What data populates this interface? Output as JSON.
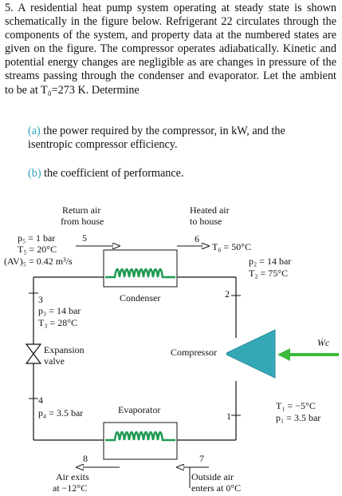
{
  "problem": {
    "number": "5.",
    "text": "A residential heat pump system operating at steady state is shown schematically in the figure below. Refrigerant 22 circulates through the components of the system, and property data at the numbered states are given on the figure. The compressor operates adiabatically. Kinetic and potential energy changes are negligible as are changes in pressure of the streams passing through the condenser and evaporator. Let the ambient to be at T₀=273 K. Determine",
    "parts": [
      {
        "tag": "(a)",
        "text": "the power required by the compressor, in kW, and the isentropic compressor efficiency."
      },
      {
        "tag": "(b)",
        "text": "the coefficient of performance."
      }
    ]
  },
  "figure": {
    "return_air": [
      "Return air",
      "from house"
    ],
    "heated_air": [
      "Heated air",
      "to house"
    ],
    "state5": [
      "p₅ = 1 bar",
      "T₅ = 20°C",
      "(AV)₅ = 0.42 m³/s"
    ],
    "state5_num": "5",
    "state6_num": "6",
    "state6": "T₆ = 50°C",
    "state2": [
      "p₂ = 14 bar",
      "T₂ = 75°C"
    ],
    "state2_num": "2",
    "condenser": "Condenser",
    "state3_num": "3",
    "state3": [
      "p₃ = 14 bar",
      "T₃ = 28°C"
    ],
    "expansion_valve": [
      "Expansion",
      "valve"
    ],
    "compressor": "Compressor",
    "work_label": "Ẇc",
    "state4_num": "4",
    "state4": "p₄ = 3.5 bar",
    "evaporator": "Evaporator",
    "state1_num": "1",
    "state1": [
      "T₁ = −5°C",
      "p₁ = 3.5 bar"
    ],
    "state8_num": "8",
    "state7_num": "7",
    "air_exits": [
      "Air exits",
      "at −12°C"
    ],
    "outside_air": [
      "Outside air",
      "enters at 0°C"
    ],
    "colors": {
      "coil": "#1f9a52",
      "compressor": "#35a8b8",
      "arrow": "#3cba3c",
      "tag": "#2ba3b8"
    }
  }
}
